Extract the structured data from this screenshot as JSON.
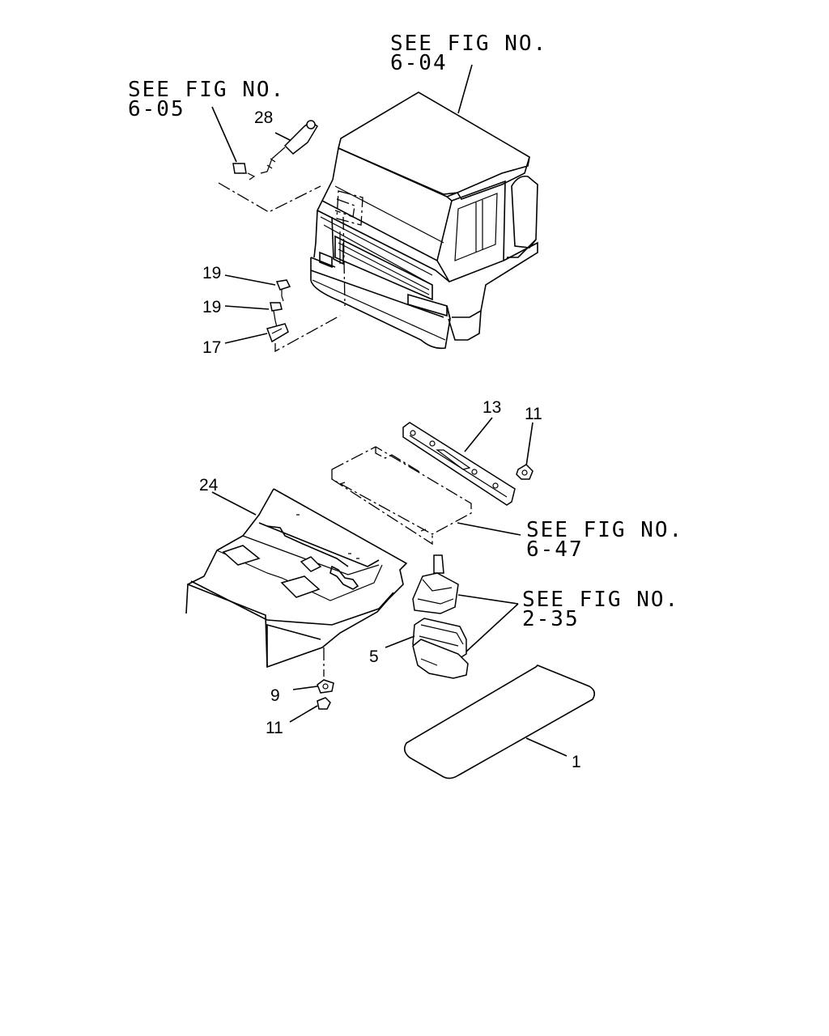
{
  "refs": {
    "fig_6_04": [
      "SEE FIG NO.",
      "6-04"
    ],
    "fig_6_05": [
      "SEE FIG NO.",
      "6-05"
    ],
    "fig_6_47": [
      "SEE FIG NO.",
      "6-47"
    ],
    "fig_2_35": [
      "SEE FIG NO.",
      "2-35"
    ]
  },
  "parts": {
    "p28": "28",
    "p19a": "19",
    "p19b": "19",
    "p17": "17",
    "p13": "13",
    "p11a": "11",
    "p24": "24",
    "p5": "5",
    "p9": "9",
    "p11b": "11",
    "p1": "1"
  }
}
